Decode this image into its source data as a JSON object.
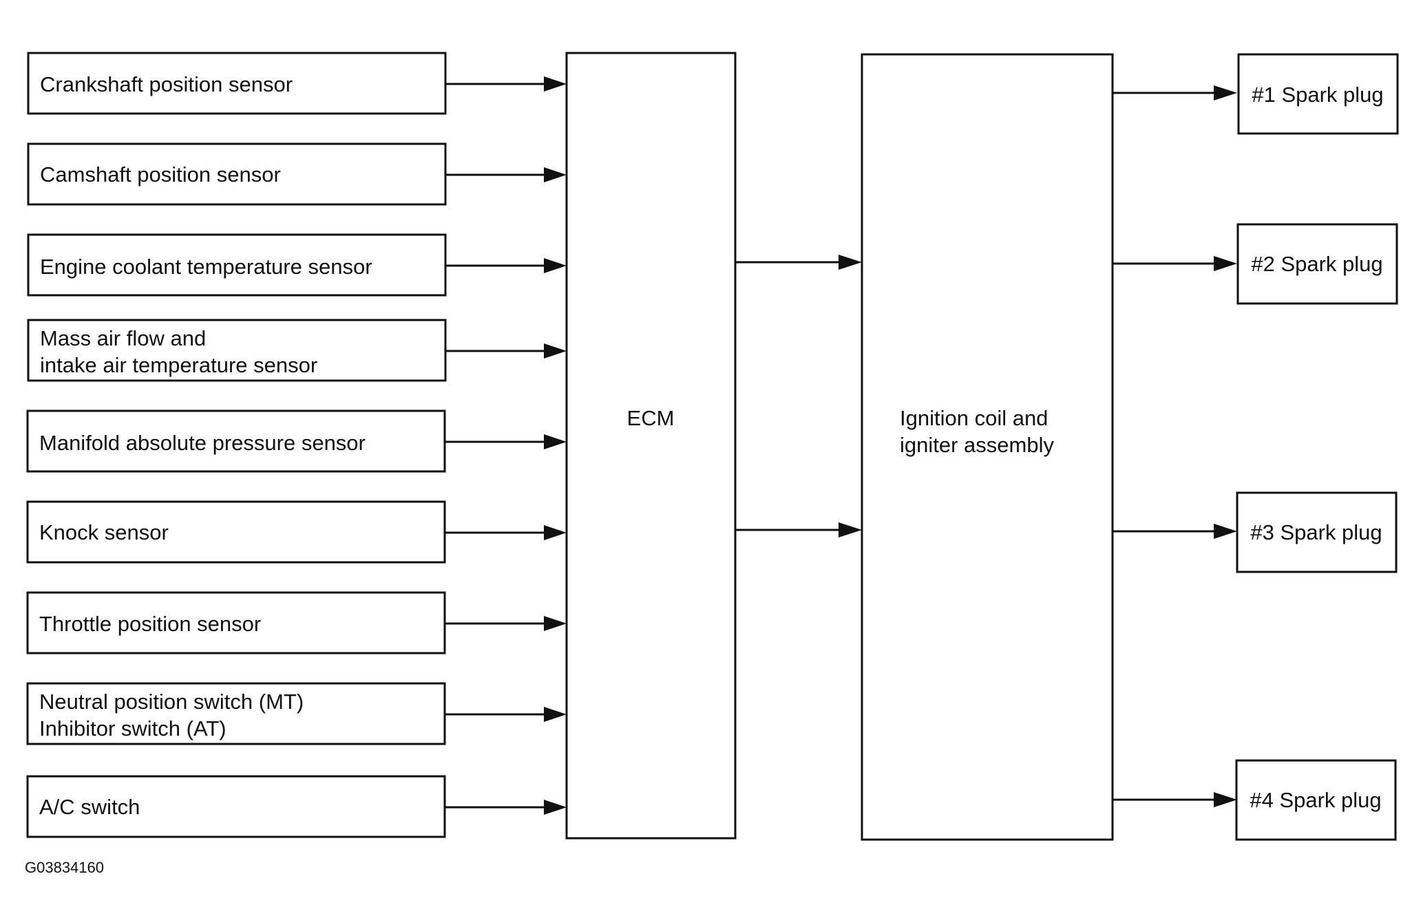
{
  "inputs": [
    {
      "lines": [
        "Crankshaft position sensor"
      ]
    },
    {
      "lines": [
        "Camshaft position sensor"
      ]
    },
    {
      "lines": [
        "Engine coolant temperature sensor"
      ]
    },
    {
      "lines": [
        "Mass air flow and",
        "intake air temperature sensor"
      ]
    },
    {
      "lines": [
        "Manifold absolute pressure sensor"
      ]
    },
    {
      "lines": [
        "Knock sensor"
      ]
    },
    {
      "lines": [
        "Throttle position sensor"
      ]
    },
    {
      "lines": [
        "Neutral position switch (MT)",
        "Inhibitor switch (AT)"
      ]
    },
    {
      "lines": [
        "A/C switch"
      ]
    }
  ],
  "ecm": {
    "label": "ECM"
  },
  "ignition": {
    "lines": [
      "Ignition coil and",
      "igniter assembly"
    ]
  },
  "outputs": [
    {
      "label": "#1 Spark plug"
    },
    {
      "label": "#2 Spark plug"
    },
    {
      "label": "#3 Spark plug"
    },
    {
      "label": "#4 Spark plug"
    }
  ],
  "figure_code": "G03834160"
}
